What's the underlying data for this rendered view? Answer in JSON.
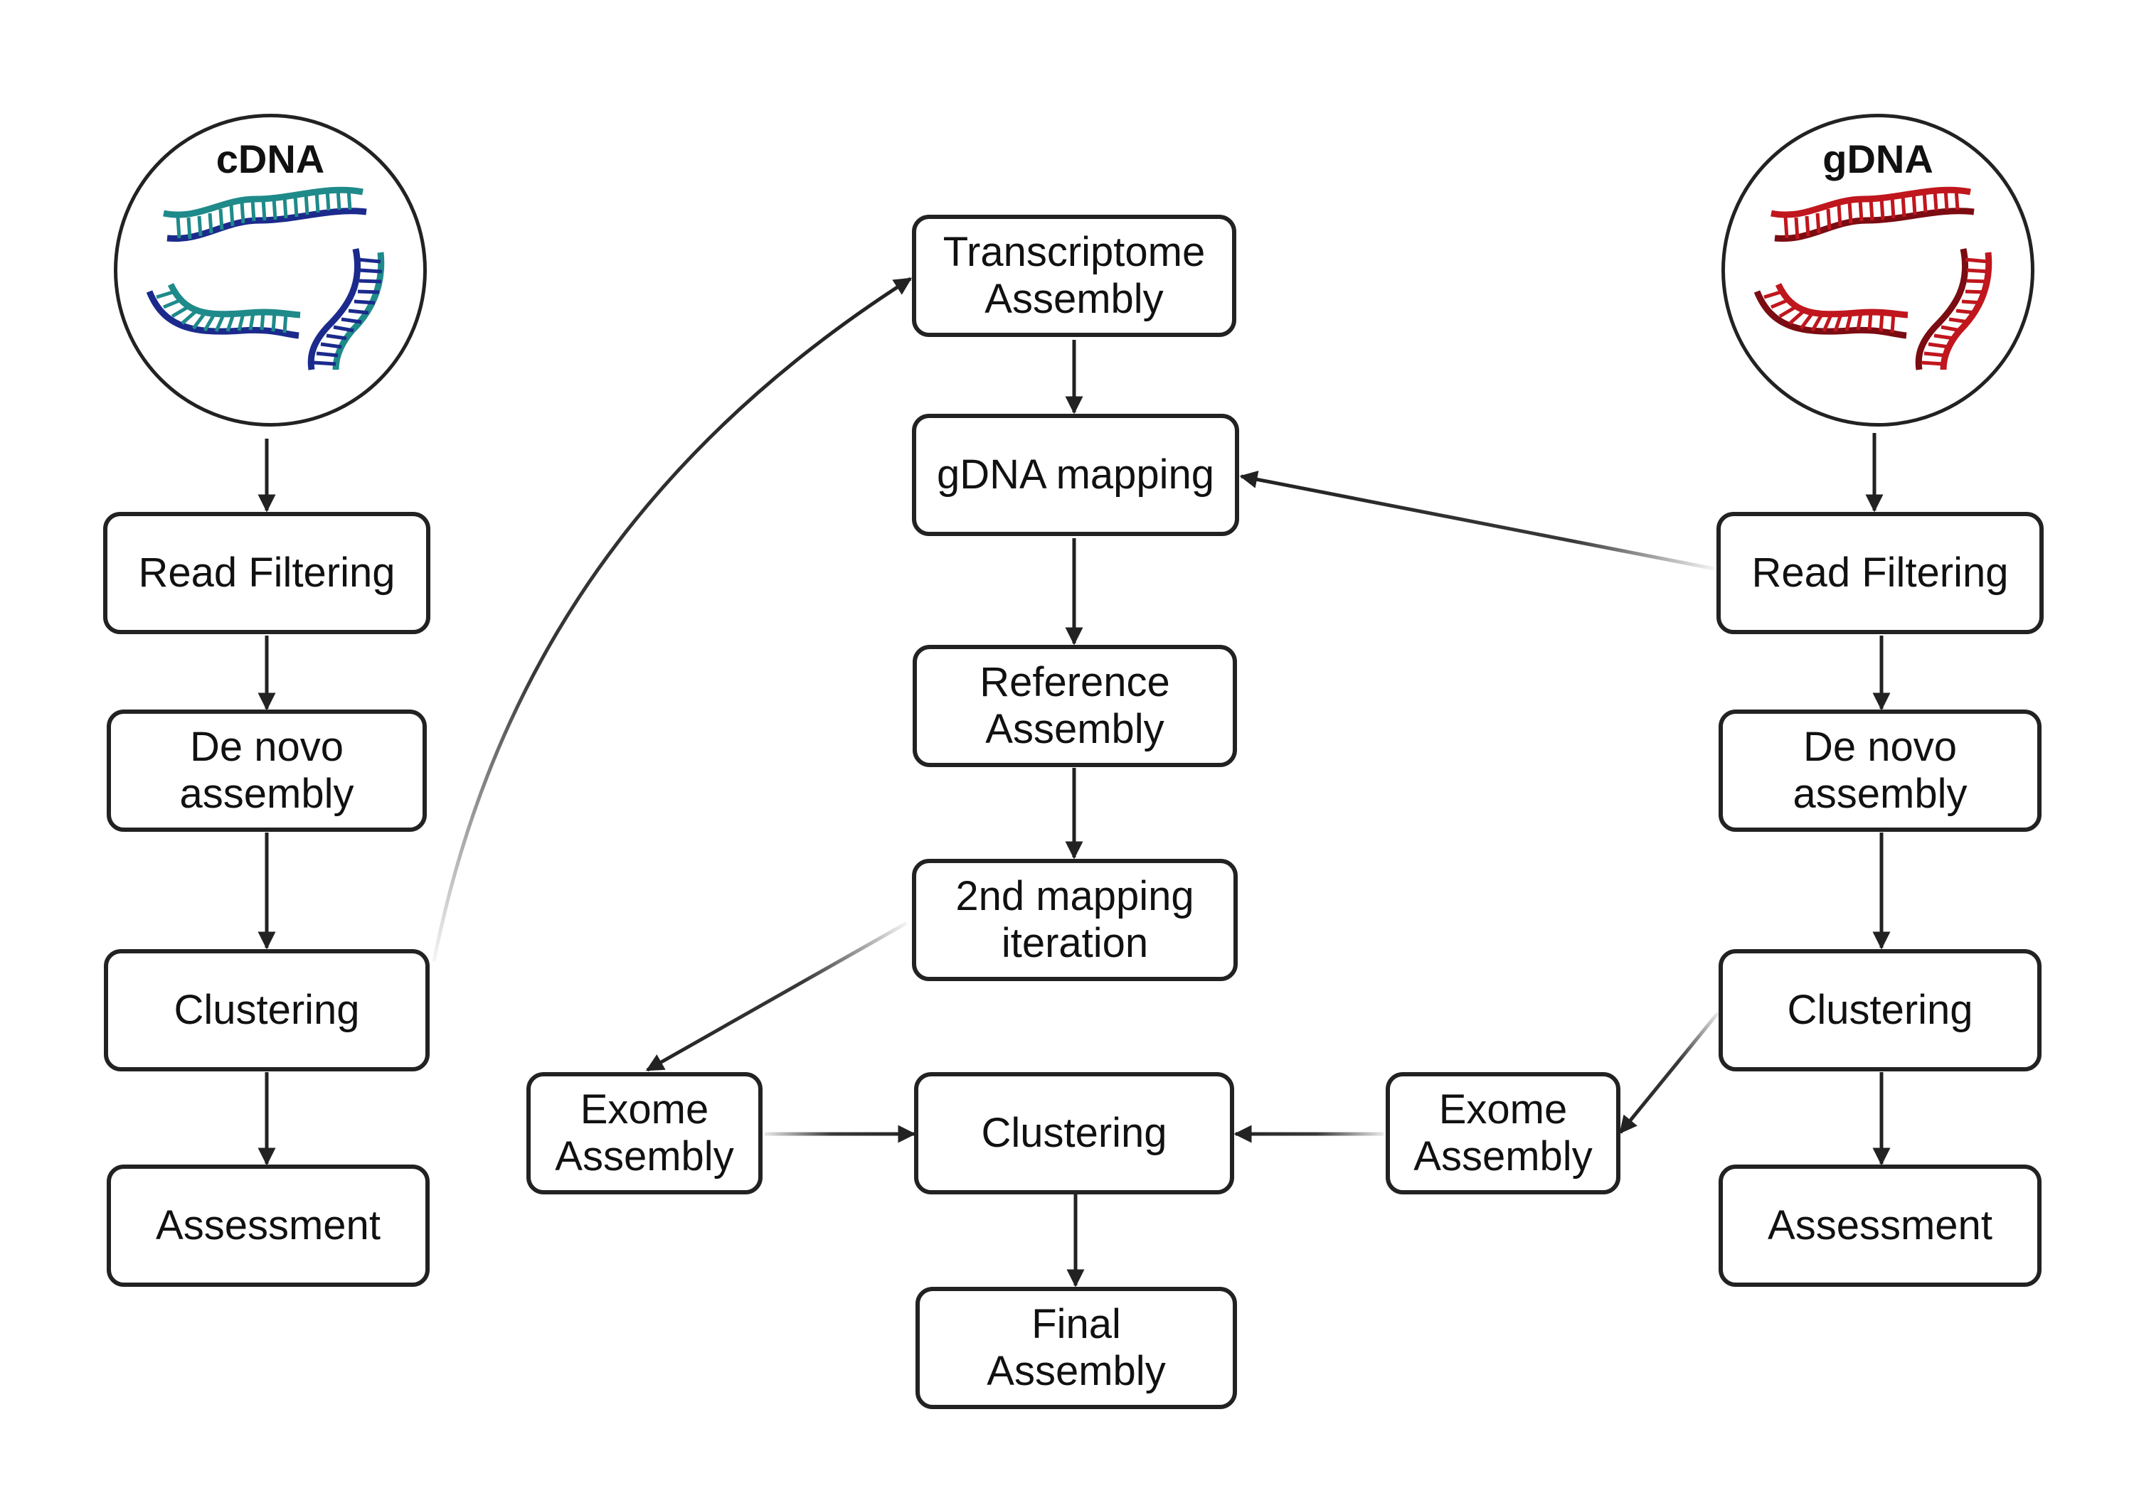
{
  "colors": {
    "line": "#222222",
    "cdna_teal": "#1f8a8a",
    "cdna_navy": "#1b2a8c",
    "gdna_red": "#c0161d",
    "gdna_dark": "#7a0c12"
  },
  "sources": {
    "cdna": {
      "label": "cDNA",
      "icon": "cdna-strands-icon"
    },
    "gdna": {
      "label": "gDNA",
      "icon": "gdna-strands-icon"
    }
  },
  "left_column": {
    "read_filtering": "Read Filtering",
    "de_novo": "De novo\nassembly",
    "clustering": "Clustering",
    "assessment": "Assessment"
  },
  "center_column": {
    "transcriptome": "Transcriptome\nAssembly",
    "gdna_mapping": "gDNA mapping",
    "reference": "Reference\nAssembly",
    "second_mapping": "2nd mapping\niteration",
    "exome_left": "Exome\nAssembly",
    "clustering": "Clustering",
    "exome_right": "Exome\nAssembly",
    "final": "Final\nAssembly"
  },
  "right_column": {
    "read_filtering": "Read Filtering",
    "de_novo": "De novo\nassembly",
    "clustering": "Clustering",
    "assessment": "Assessment"
  }
}
